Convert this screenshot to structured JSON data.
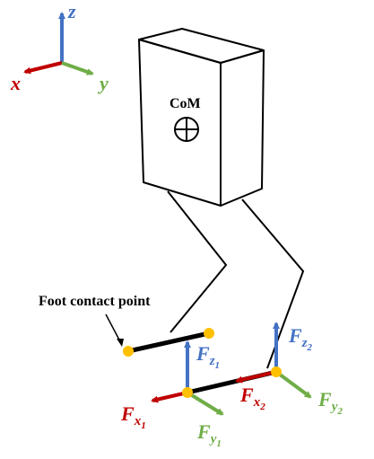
{
  "colors": {
    "x_axis": "#C00000",
    "y_axis": "#70AD47",
    "z_axis": "#4472C4",
    "contact_point": "#FFC000",
    "outline": "#000000"
  },
  "axes": {
    "x": "x",
    "y": "y",
    "z": "z"
  },
  "com_label": "CoM",
  "foot_contact_label": "Foot contact point",
  "forces": {
    "fz1": {
      "main": "F",
      "sub": "z",
      "index": "1"
    },
    "fx1": {
      "main": "F",
      "sub": "x",
      "index": "1"
    },
    "fy1": {
      "main": "F",
      "sub": "y",
      "index": "1"
    },
    "fz2": {
      "main": "F",
      "sub": "z",
      "index": "2"
    },
    "fx2": {
      "main": "F",
      "sub": "x",
      "index": "2"
    },
    "fy2": {
      "main": "F",
      "sub": "y",
      "index": "2"
    }
  }
}
